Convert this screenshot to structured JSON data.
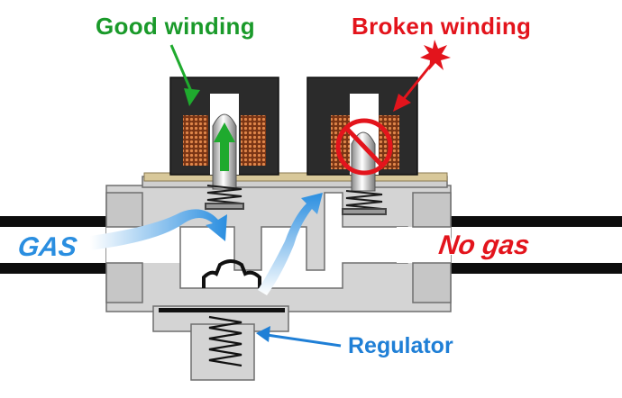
{
  "labels": {
    "good_winding": "Good winding",
    "broken_winding": "Broken winding",
    "gas": "GAS",
    "no_gas": "No gas",
    "regulator": "Regulator"
  },
  "colors": {
    "good": "#1a9a2a",
    "broken": "#e3141c",
    "flow": "#1f7fd6",
    "body": "#d4d4d4",
    "coil_housing": "#2b2b2b",
    "winding": "#c0612a",
    "plate": "#d8c89a"
  },
  "icons": {
    "good_pointer": "green-arrow-icon",
    "broken_pointer": "red-arrow-icon",
    "spark": "spark-icon",
    "no_symbol": "prohibited-icon",
    "lift": "up-arrow-icon"
  }
}
